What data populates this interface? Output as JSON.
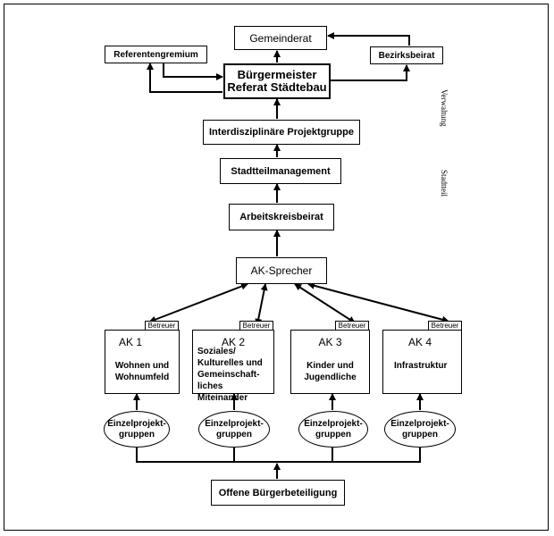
{
  "nodes": {
    "gemeinderat": "Gemeinderat",
    "referentengremium": "Referentengremium",
    "bezirksbeirat": "Bezirksbeirat",
    "buergermeister_line1": "Bürgermeister",
    "buergermeister_line2": "Referat Städtebau",
    "projektgruppe": "Interdisziplinäre Projektgruppe",
    "stadtteilmanagement": "Stadtteilmanagement",
    "arbeitskreisbeirat": "Arbeitskreisbeirat",
    "ak_sprecher": "AK-Sprecher",
    "buergerbeteiligung": "Offene Bürgerbeteiligung"
  },
  "side_labels": {
    "verwaltung": "Verwaltung",
    "stadtteil": "Stadtteil"
  },
  "betreuer_label": "Betreuer",
  "arbeitskreise": [
    {
      "number": "AK 1",
      "description": "Wohnen und\nWohnumfeld"
    },
    {
      "number": "AK 2",
      "description": "Soziales/\nKulturelles und\nGemeinschaft-\nliches Miteinander"
    },
    {
      "number": "AK 3",
      "description": "Kinder und\nJugendliche"
    },
    {
      "number": "AK 4",
      "description": "Infrastruktur"
    }
  ],
  "einzelprojektgruppen": "Einzelprojekt-\ngruppen"
}
